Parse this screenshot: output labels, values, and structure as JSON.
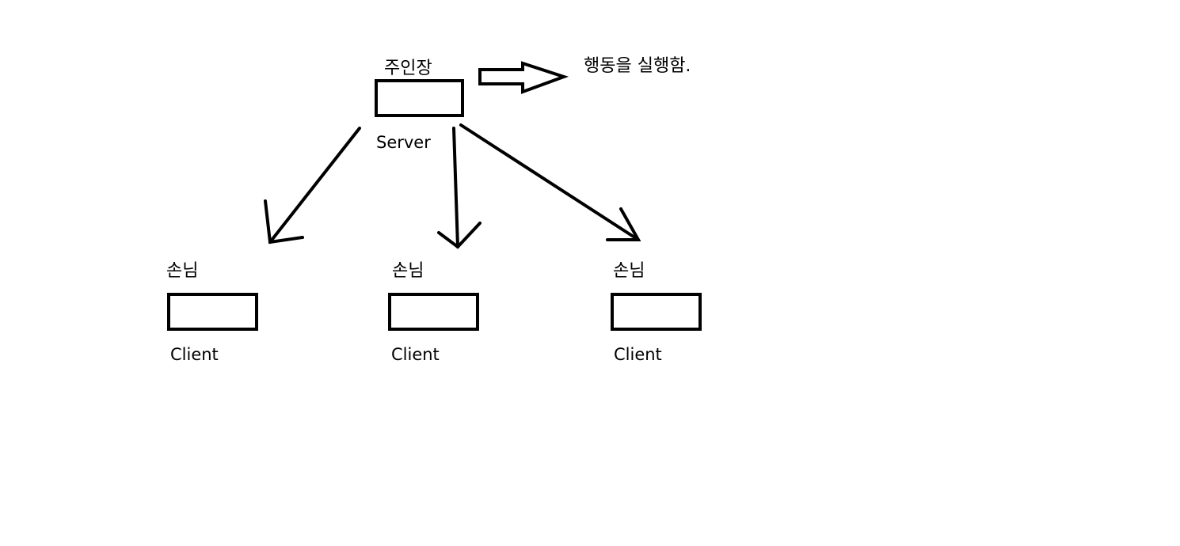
{
  "server": {
    "title": "주인장",
    "caption": "Server",
    "action_text": "행동을 실행함."
  },
  "clients": [
    {
      "title": "손님",
      "caption": "Client"
    },
    {
      "title": "손님",
      "caption": "Client"
    },
    {
      "title": "손님",
      "caption": "Client"
    }
  ],
  "colors": {
    "stroke": "#000000",
    "background": "#ffffff"
  }
}
